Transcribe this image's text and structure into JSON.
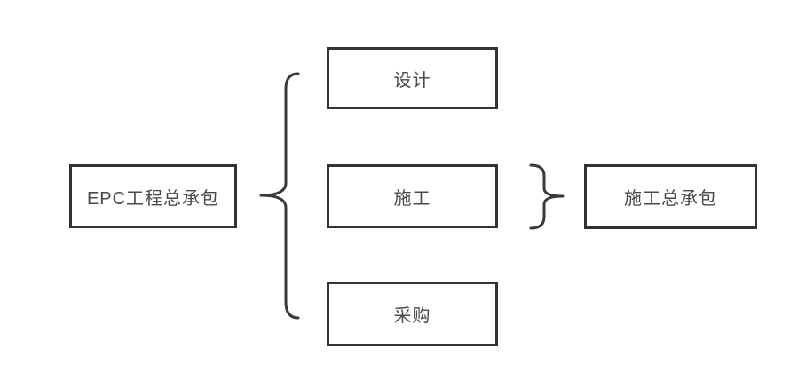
{
  "diagram": {
    "source_node": {
      "label": "EPC工程总承包"
    },
    "branch_nodes": [
      {
        "label": "设计"
      },
      {
        "label": "施工"
      },
      {
        "label": "采购"
      }
    ],
    "grouped_node": {
      "label": "施工总承包"
    },
    "icons": {
      "left_brace": "{",
      "right_brace": "}"
    },
    "colors": {
      "box_border": "#333333",
      "text": "#4a4a4a",
      "brace": "#3a3a3a",
      "background": "#ffffff"
    }
  }
}
